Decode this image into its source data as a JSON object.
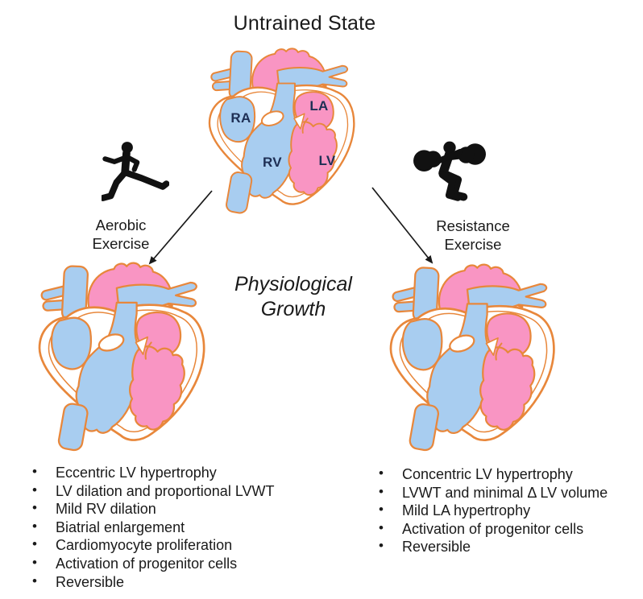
{
  "title": "Untrained State",
  "center_label": {
    "line1": "Physiological",
    "line2": "Growth"
  },
  "branches": {
    "aerobic": {
      "label_line1": "Aerobic",
      "label_line2": "Exercise",
      "icon": "runner-icon"
    },
    "resistance": {
      "label_line1": "Resistance",
      "label_line2": "Exercise",
      "icon": "weightlifter-icon"
    }
  },
  "heart_labels": {
    "ra": "RA",
    "la": "LA",
    "rv": "RV",
    "lv": "LV"
  },
  "effects": {
    "aerobic": [
      "Eccentric LV hypertrophy",
      "LV dilation and proportional LVWT",
      "Mild RV dilation",
      "Biatrial enlargement",
      "Cardiomyocyte proliferation",
      "Activation of progenitor cells",
      "Reversible"
    ],
    "resistance": [
      "Concentric LV hypertrophy",
      "LVWT and minimal Δ LV volume",
      "Mild LA hypertrophy",
      "Activation of progenitor cells",
      "Reversible"
    ]
  },
  "colors": {
    "chamber_pink": "#F995C3",
    "chamber_blue": "#A8CDF0",
    "outline_orange": "#E8873B",
    "heart_label_navy": "#1E2F55",
    "icon_black": "#111111",
    "text": "#1A1A1A",
    "background": "#FFFFFF"
  }
}
